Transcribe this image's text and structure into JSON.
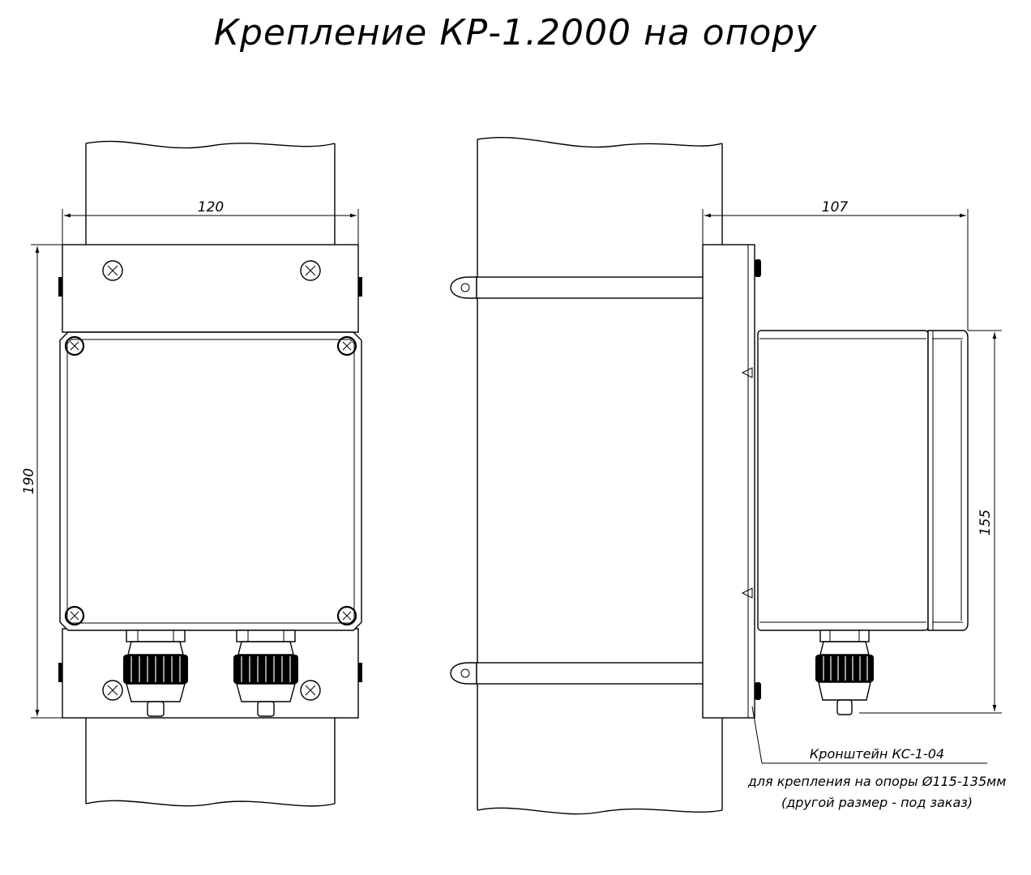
{
  "title": "Крепление КР-1.2000 на опору",
  "dimensions": {
    "front_width": "120",
    "front_height": "190",
    "side_depth": "107",
    "side_height": "155"
  },
  "note": {
    "part_name": "Кронштейн  КС-1-04",
    "line1": "для крепления на опоры Ø115-135мм",
    "line2": "(другой размер - под заказ)"
  }
}
